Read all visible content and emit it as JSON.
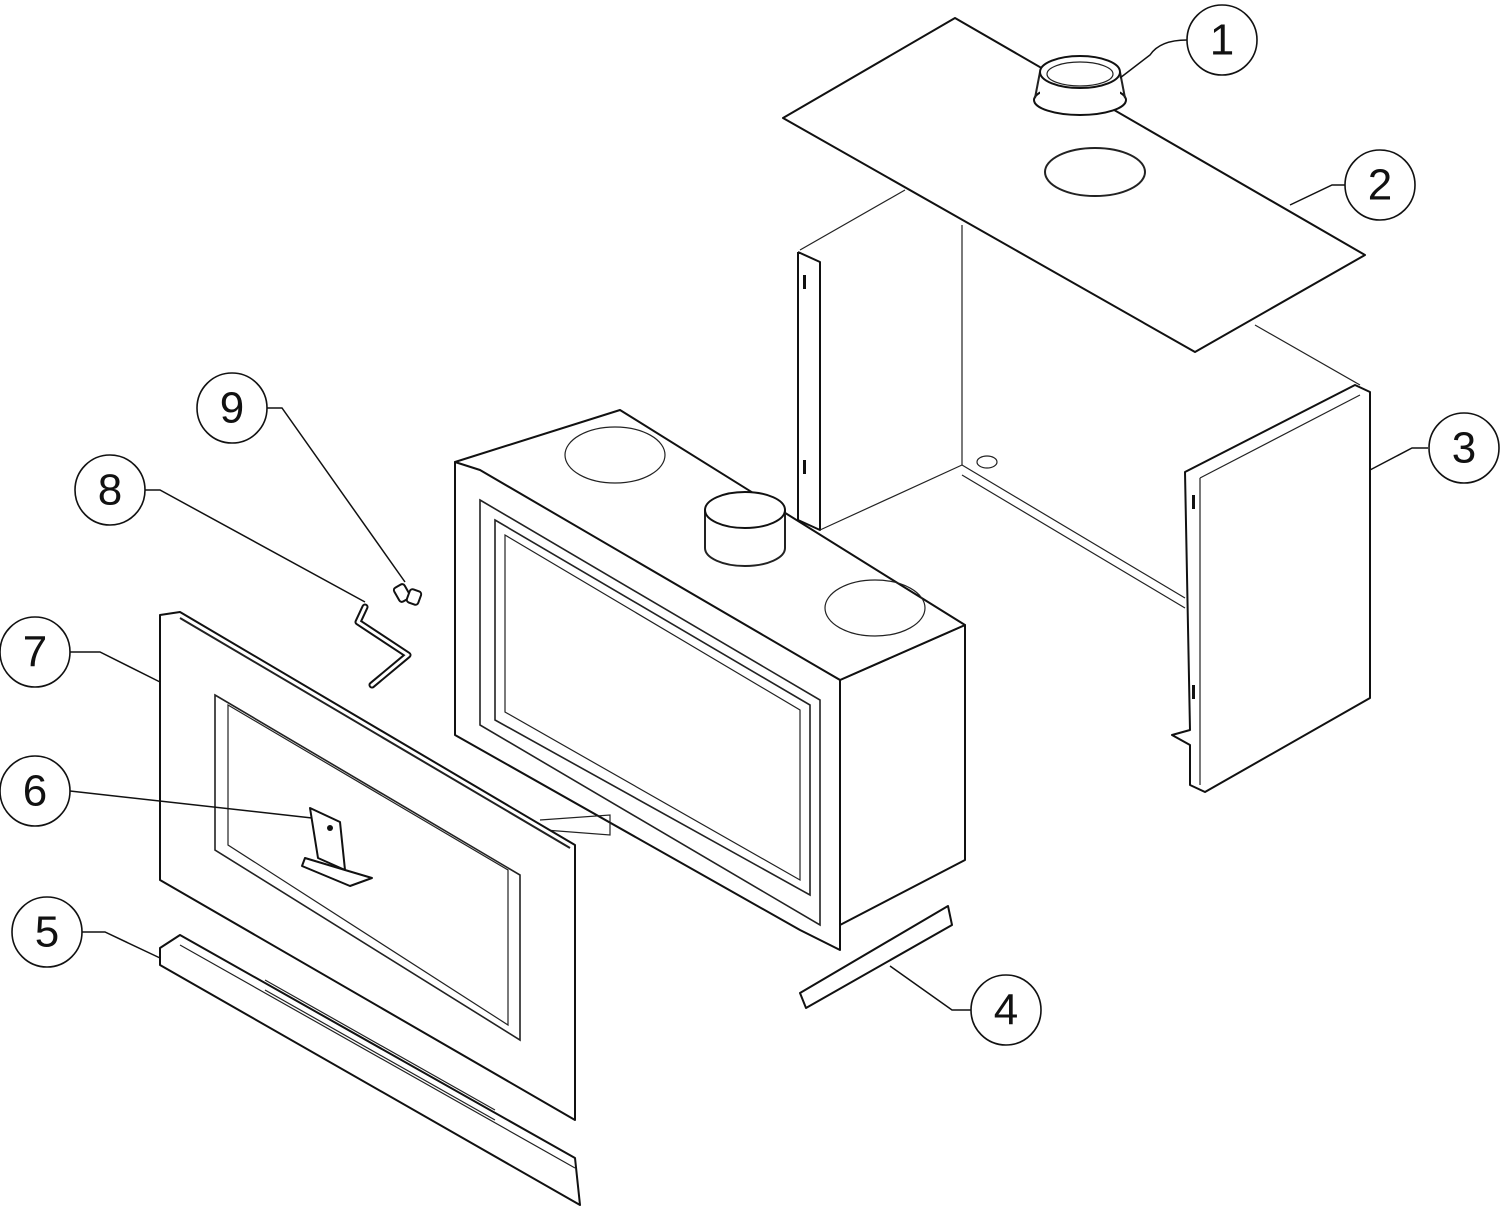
{
  "diagram": {
    "type": "exploded-parts-view",
    "callouts": [
      {
        "id": "callout-1",
        "label": "1",
        "part": "flue-collar"
      },
      {
        "id": "callout-2",
        "label": "2",
        "part": "top-plate"
      },
      {
        "id": "callout-3",
        "label": "3",
        "part": "outer-casing"
      },
      {
        "id": "callout-4",
        "label": "4",
        "part": "bottom-bracket"
      },
      {
        "id": "callout-5",
        "label": "5",
        "part": "lower-trim-bar"
      },
      {
        "id": "callout-6",
        "label": "6",
        "part": "control-bracket"
      },
      {
        "id": "callout-7",
        "label": "7",
        "part": "front-frame"
      },
      {
        "id": "callout-8",
        "label": "8",
        "part": "handle-tool"
      },
      {
        "id": "callout-9",
        "label": "9",
        "part": "fitting"
      }
    ],
    "colors": {
      "line": "#111111",
      "background": "#ffffff"
    }
  }
}
